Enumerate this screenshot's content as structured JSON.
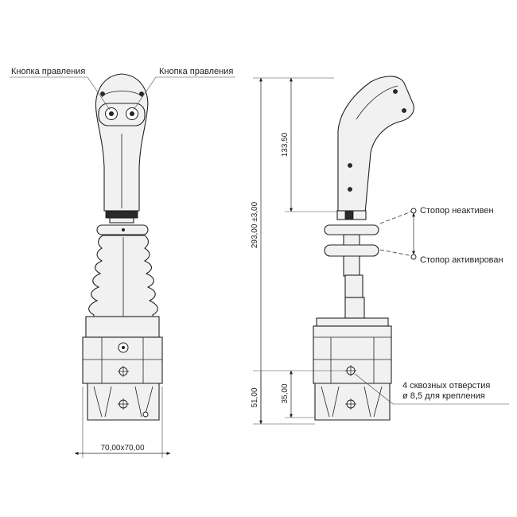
{
  "labels": {
    "button_left": "Кнопка правления",
    "button_right": "Кнопка правления",
    "stop_inactive": "Стопор неактивен",
    "stop_active": "Стопор активирован",
    "holes_line1": "4 сквозных отверстия",
    "holes_line2": "ø 8,5 для крепления"
  },
  "dimensions": {
    "total_height": "293,00 ±3,00",
    "handle_height": "133,50",
    "base_height": "51,00",
    "hole_height": "35,00",
    "base_size": "70,00x70,00"
  }
}
